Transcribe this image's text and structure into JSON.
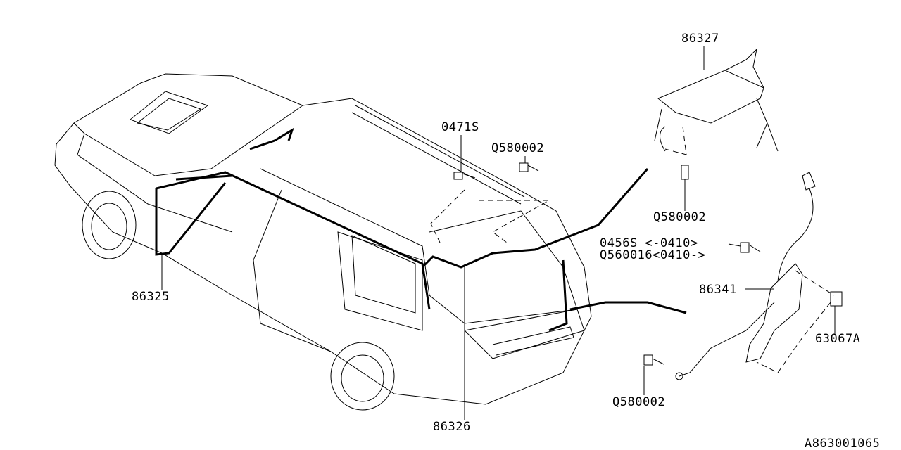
{
  "diagram_id": "A863001065",
  "parts": {
    "p86327": "86327",
    "p0471s": "0471S",
    "q580002_top": "Q580002",
    "q580002_mid": "Q580002",
    "p0456s": "0456S <-0410>",
    "q560016": "Q560016<0410->",
    "p86341": "86341",
    "p63067a": "63067A",
    "p86325": "86325",
    "q580002_bottom": "Q580002",
    "p86326": "86326"
  }
}
